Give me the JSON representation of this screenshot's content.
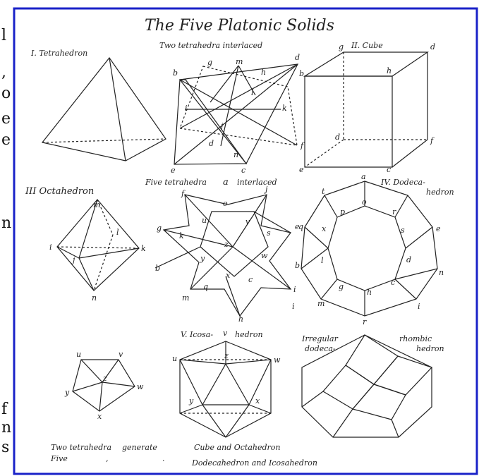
{
  "title": "The Five Platonic Solids",
  "edge_text": [
    "l",
    ",",
    "o",
    "e",
    "e",
    "n",
    "f",
    "n",
    "s"
  ],
  "labels": {
    "tetrahedron": "I. Tetrahedron",
    "two_tetrahedra": "Two tetrahedra interlaced",
    "cube": "II. Cube",
    "octahedron": "III Octahedron",
    "five_tetrahedra": "Five tetrahedra",
    "five_tetrahedra_a": "a",
    "interlaced": "interlaced",
    "dodecahedron": "IV. Dodeca-",
    "dodecahedron_2": "hedron",
    "icosahedron": "V. Icosa-",
    "icosahedron_2": "hedron",
    "rhombic_1": "Irregular",
    "rhombic_2": "dodeca-",
    "rhombic_3": "rhombic",
    "rhombic_4": "hedron"
  },
  "caption": {
    "line1_a": "Two tetrahedra",
    "line1_b": "generate",
    "line1_c": "Cube and Octahedron",
    "line2_a": "Five",
    "line2_b": ",",
    "line2_c": ".",
    "line2_d": "Dodecahedron and Icosahedron"
  },
  "vertex_letters": {
    "two_tet": [
      "b",
      "e",
      "g",
      "m",
      "d",
      "h",
      "i",
      "k",
      "f",
      "c",
      "l",
      "j",
      "d",
      "n"
    ],
    "cube": [
      "g",
      "d",
      "b",
      "h",
      "d",
      "e",
      "c",
      "f"
    ],
    "octa": [
      "m",
      "i",
      "k",
      "j",
      "l",
      "n"
    ],
    "five_tet": [
      "f",
      "j",
      "g",
      "e",
      "k",
      "u",
      "o",
      "v",
      "s",
      "z",
      "y",
      "w",
      "b",
      "x",
      "c",
      "i",
      "q",
      "m",
      "h",
      "i"
    ],
    "dodeca": [
      "a",
      "t",
      "o",
      "r",
      "p",
      "q",
      "x",
      "s",
      "e",
      "l",
      "d",
      "b",
      "n",
      "g",
      "h",
      "c",
      "m",
      "i",
      "r"
    ],
    "small_pent": [
      "u",
      "v",
      "z",
      "y",
      "w",
      "x"
    ],
    "icosa": [
      "v",
      "u",
      "z",
      "w",
      "y",
      "x"
    ]
  }
}
